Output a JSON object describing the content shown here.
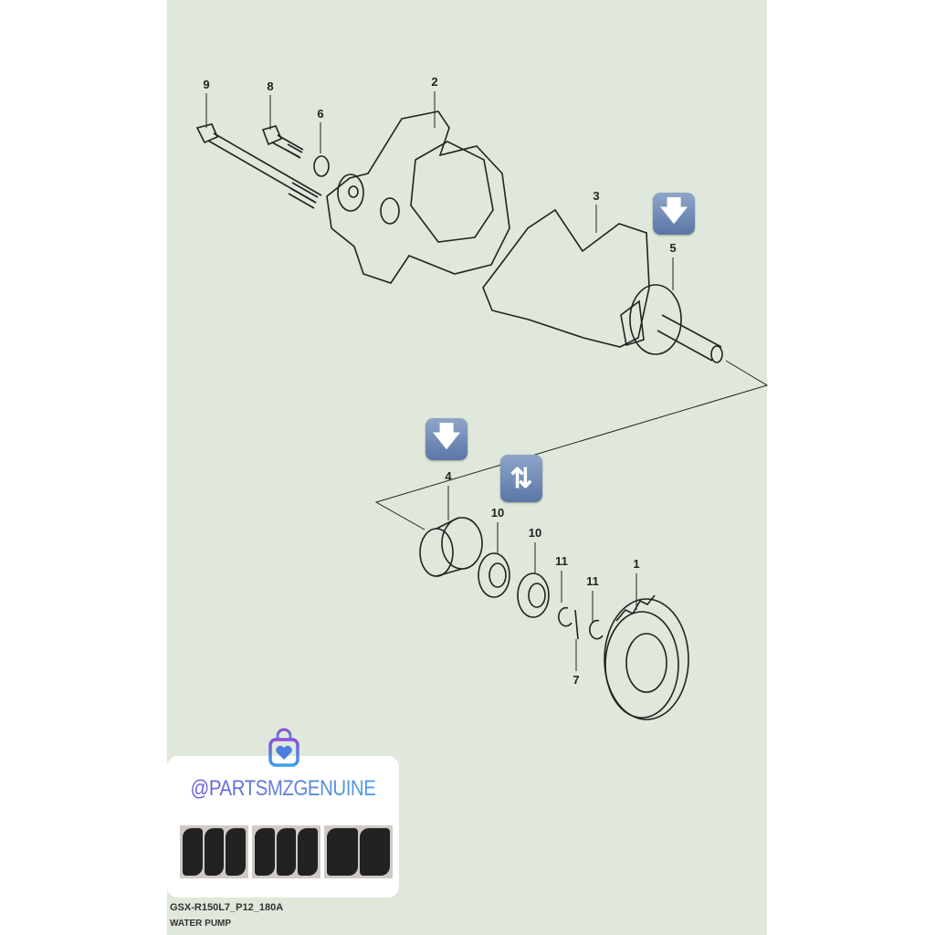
{
  "diagram": {
    "code": "GSX-R150L7_P12_180A",
    "title": "WATER PUMP",
    "callouts": [
      "9",
      "8",
      "6",
      "2",
      "3",
      "5",
      "4",
      "10",
      "10",
      "11",
      "11",
      "1",
      "7"
    ],
    "icons": [
      "down-arrow-icon",
      "down-arrow-icon",
      "swap-arrows-icon"
    ]
  },
  "promo": {
    "handle": "@PARTSMZGENUINE",
    "icon": "shopping-bag-heart-icon"
  },
  "colors": {
    "background": "#dfe8da",
    "button": "#6f89b6",
    "handle_gradient_start": "#6c5fd8",
    "handle_gradient_end": "#4fa0e0"
  }
}
